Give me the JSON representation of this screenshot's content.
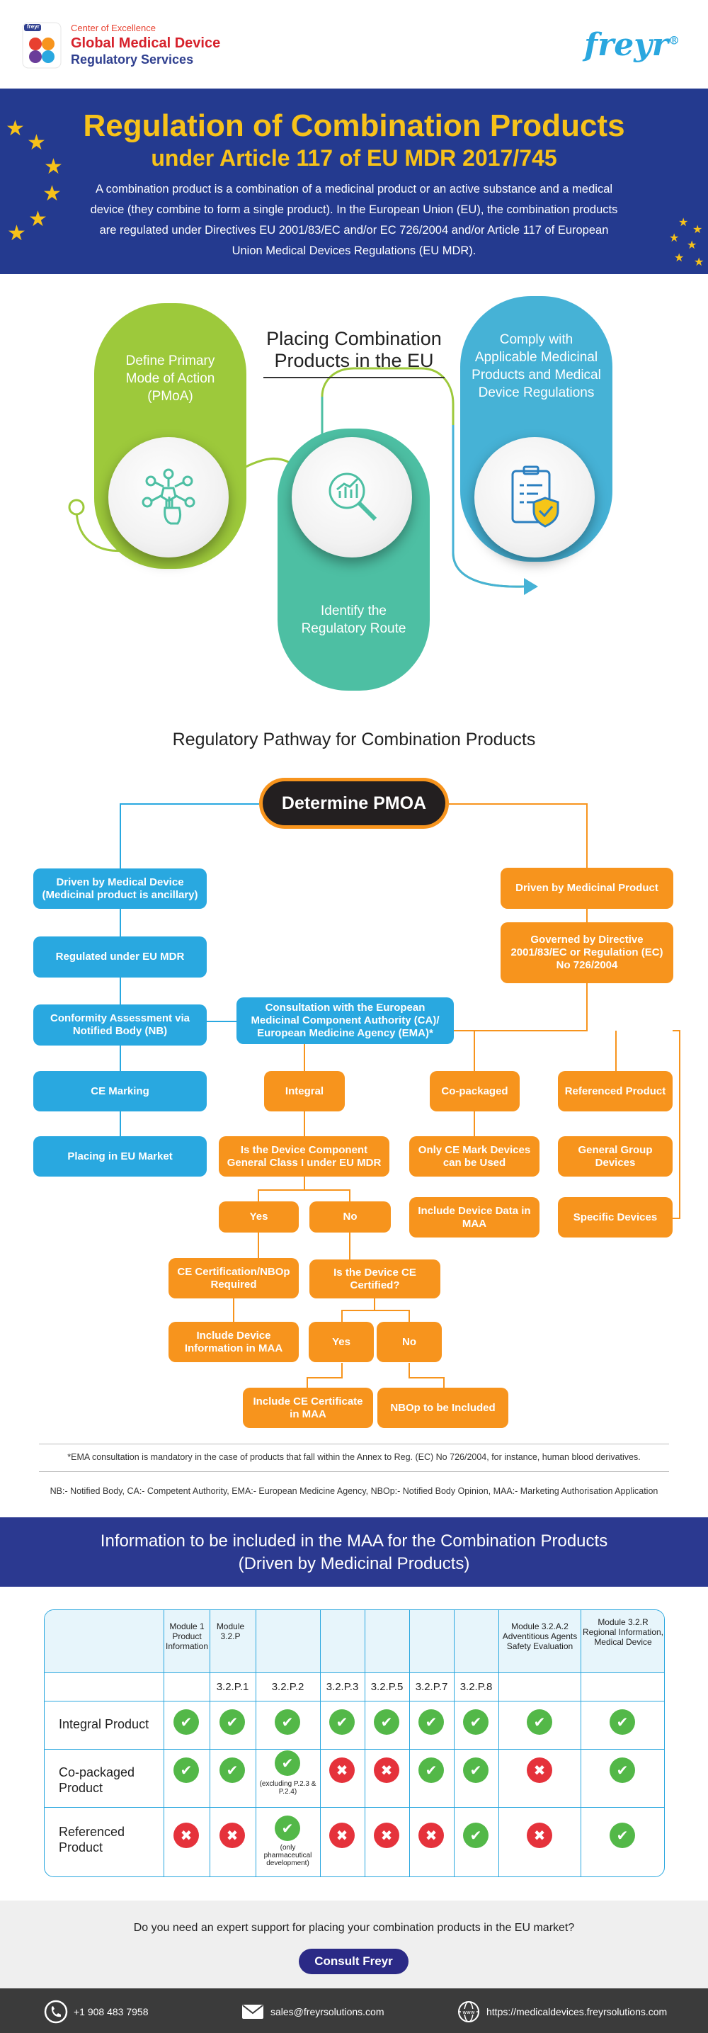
{
  "header": {
    "badge": "freyr",
    "coe": "Center of Excellence",
    "gmd": "Global Medical Device",
    "rs": "Regulatory Services",
    "brand": "freyr",
    "brand_mark": "®"
  },
  "banner": {
    "title1": "Regulation of Combination Products",
    "title2": "under Article 117 of EU MDR 2017/745",
    "description": "A combination product is a combination of a medicinal product or an active substance and a medical device (they combine to form a single product). In the European Union (EU), the combination products are regulated under Directives EU 2001/83/EC and/or EC 726/2004 and/or Article 117 of European Union Medical Devices Regulations (EU MDR).",
    "star_glyph": "★"
  },
  "placing": {
    "title": "Placing Combination Products in the EU",
    "step1": "Define Primary Mode of Action (PMoA)",
    "step2": "Identify the Regulatory Route",
    "step3": "Comply with Applicable Medicinal Products and Medical Device Regulations",
    "colors": {
      "green": "#9dc93b",
      "teal": "#4dbfa3",
      "blue": "#46b2d6"
    }
  },
  "pathway": {
    "title": "Regulatory Pathway for Combination Products",
    "root": "Determine PMOA",
    "left": {
      "driven": "Driven by Medical Device (Medicinal product is ancillary)",
      "regulated": "Regulated under EU MDR",
      "conformity": "Conformity Assessment via Notified Body (NB)",
      "ce": "CE Marking",
      "placing": "Placing in EU Market"
    },
    "consultation": "Consultation with the European Medicinal Component Authority (CA)/ European Medicine Agency (EMA)*",
    "right": {
      "driven": "Driven by Medicinal Product",
      "governed": "Governed by Directive 2001/83/EC or Regulation (EC) No 726/2004"
    },
    "integral": {
      "label": "Integral",
      "question": "Is the Device Component General Class I under EU MDR",
      "yes": "Yes",
      "no": "No",
      "ce_cert": "CE Certification/NBOp Required",
      "include_info": "Include Device Information in MAA",
      "certified_q": "Is the Device CE Certified?",
      "yes2": "Yes",
      "no2": "No",
      "include_ce": "Include CE Certificate in MAA",
      "nbop": "NBOp to be Included"
    },
    "copackaged": {
      "label": "Co-packaged",
      "only_ce": "Only CE Mark Devices can be Used",
      "include_data": "Include Device Data in MAA"
    },
    "referenced": {
      "label": "Referenced Product",
      "general": "General Group Devices",
      "specific": "Specific Devices"
    },
    "footnote": "*EMA consultation is mandatory in the case of products that fall within the Annex to Reg. (EC) No 726/2004, for instance, human blood derivatives.",
    "abbreviations": "NB:- Notified Body, CA:- Competent Authority, EMA:- European Medicine Agency, NBOp:- Notified Body Opinion, MAA:- Marketing Authorisation Application"
  },
  "maa": {
    "title_line1": "Information to be included in the MAA for the Combination Products",
    "title_line2": "(Driven by Medicinal Products)",
    "headers": {
      "m1": "Module 1 Product Information",
      "m32p": "Module 3.2.P",
      "m32a2": "Module 3.2.A.2 Adventitious Agents Safety Evaluation",
      "m32r": "Module 3.2.R Regional Information, Medical Device"
    },
    "subheaders": [
      "3.2.P.1",
      "3.2.P.2",
      "3.2.P.3",
      "3.2.P.5",
      "3.2.P.7",
      "3.2.P.8"
    ],
    "rows": [
      {
        "label": "Integral Product",
        "marks": [
          "ok",
          "ok",
          "ok",
          "ok",
          "ok",
          "ok",
          "ok",
          "ok",
          "ok"
        ]
      },
      {
        "label": "Co-packaged Product",
        "marks": [
          "ok",
          "ok",
          "ok",
          "no",
          "no",
          "ok",
          "ok",
          "no",
          "ok"
        ]
      },
      {
        "label": "Referenced Product",
        "marks": [
          "no",
          "no",
          "ok",
          "no",
          "no",
          "no",
          "ok",
          "no",
          "ok"
        ]
      }
    ],
    "note_copack": "(excluding P.2.3 & P.2.4)",
    "note_ref": "(only pharmaceutical development)",
    "ok_glyph": "✔",
    "no_glyph": "✖"
  },
  "cta": {
    "question": "Do you need an expert support for placing your combination products in the EU market?",
    "button": "Consult Freyr"
  },
  "footer": {
    "phone": "+1 908 483 7958",
    "email": "sales@freyrsolutions.com",
    "website": "https://medicaldevices.freyrsolutions.com"
  }
}
